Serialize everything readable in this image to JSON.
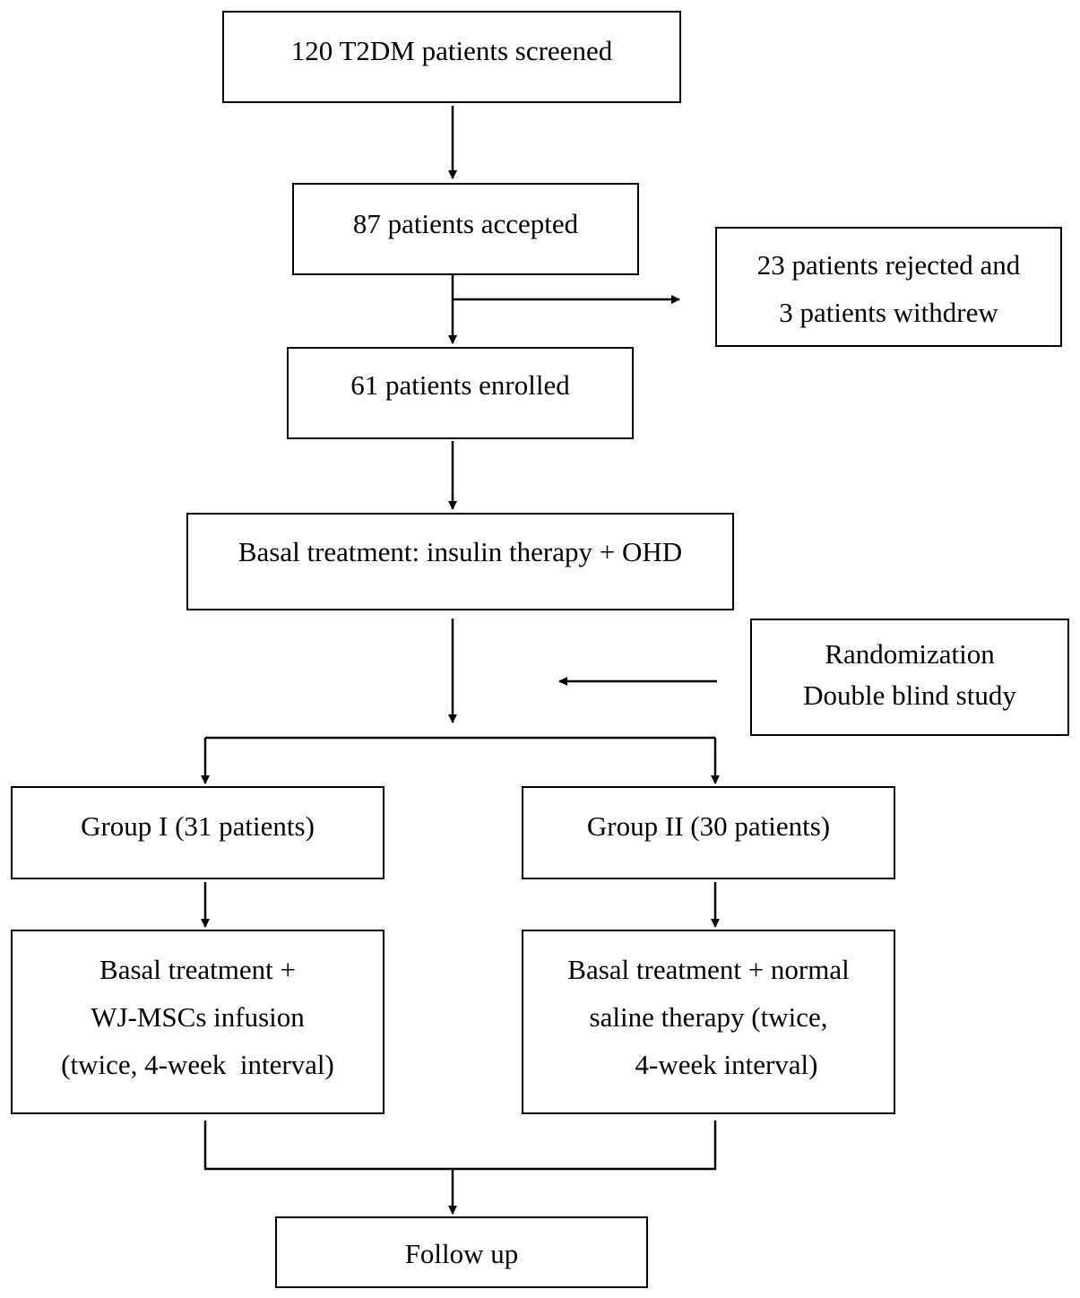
{
  "colors": {
    "line": "#000000",
    "box_border": "#000000",
    "text": "#000000",
    "background": "#ffffff"
  },
  "boxes": {
    "screened": {
      "lines": [
        "120 T2DM patients screened"
      ]
    },
    "accepted": {
      "lines": [
        "87 patients accepted"
      ]
    },
    "rejected": {
      "lines": [
        "23 patients rejected and",
        "3 patients withdrew"
      ]
    },
    "enrolled": {
      "lines": [
        "61 patients enrolled"
      ]
    },
    "basal": {
      "lines": [
        "Basal treatment: insulin therapy + OHD"
      ]
    },
    "randomization": {
      "lines": [
        "Randomization",
        "Double blind study"
      ]
    },
    "group1": {
      "lines": [
        "Group I (31 patients)"
      ]
    },
    "group2": {
      "lines": [
        "Group II (30 patients)"
      ]
    },
    "group1_treatment": {
      "lines": [
        "Basal treatment +",
        "WJ-MSCs infusion",
        "(twice, 4-week  interval)"
      ]
    },
    "group2_treatment": {
      "lines": [
        "Basal treatment + normal",
        "saline therapy (twice,",
        "4-week interval)"
      ]
    },
    "followup": {
      "lines": [
        "Follow up"
      ]
    }
  }
}
